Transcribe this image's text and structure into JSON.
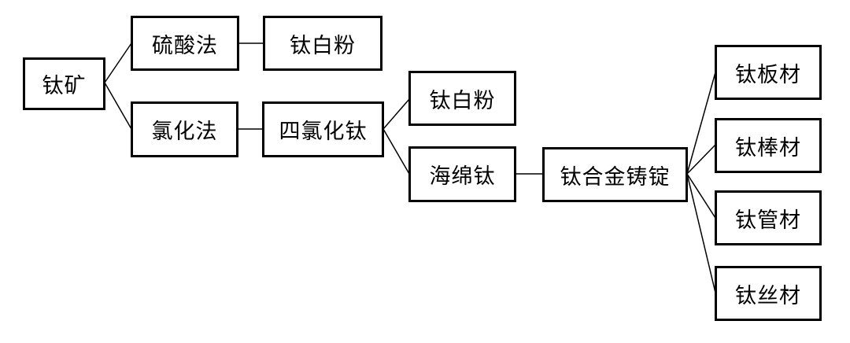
{
  "nodes": {
    "ore": "钛矿",
    "sulfuric": "硫酸法",
    "white_powder_1": "钛白粉",
    "chlorination": "氯化法",
    "ticl4": "四氯化钛",
    "white_powder_2": "钛白粉",
    "sponge": "海绵钛",
    "ingot": "钛合金铸锭",
    "plate": "钛板材",
    "rod": "钛棒材",
    "tube": "钛管材",
    "wire": "钛丝材"
  },
  "colors": {
    "line": "#000000",
    "box_border": "#000000",
    "background": "#ffffff"
  }
}
